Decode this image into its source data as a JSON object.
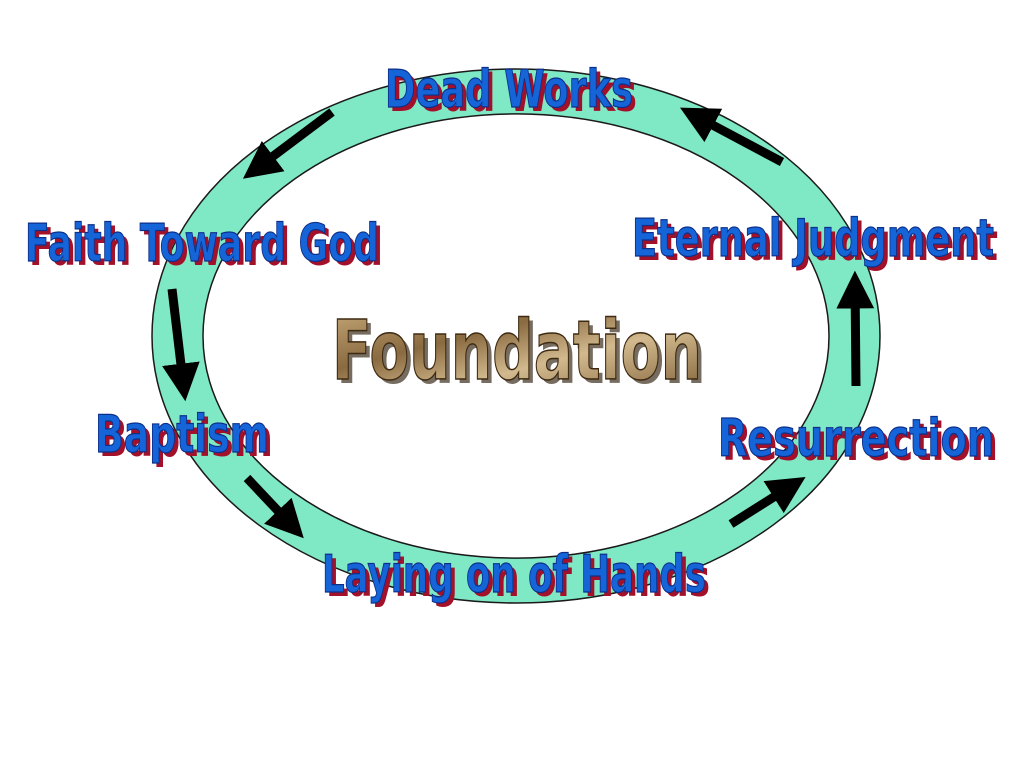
{
  "diagram": {
    "center_label": "Foundation",
    "nodes": [
      {
        "id": "dead-works",
        "label": "Dead Works"
      },
      {
        "id": "faith-toward-god",
        "label": "Faith Toward God"
      },
      {
        "id": "baptism",
        "label": "Baptism"
      },
      {
        "id": "laying-on-of-hands",
        "label": "Laying on of Hands"
      },
      {
        "id": "resurrection",
        "label": "Resurrection"
      },
      {
        "id": "eternal-judgment",
        "label": "Eternal Judgment"
      }
    ],
    "flow": "counter-clockwise",
    "colors": {
      "ring_fill": "#7fe8c4",
      "ring_stroke": "#1a1a1a",
      "label_fill": "#1565d8",
      "label_shadow": "#a3102a",
      "label_stroke": "#0d2f8a",
      "center_fill": "#a8875a",
      "center_stroke": "#3e2a12",
      "arrow": "#000000"
    }
  }
}
